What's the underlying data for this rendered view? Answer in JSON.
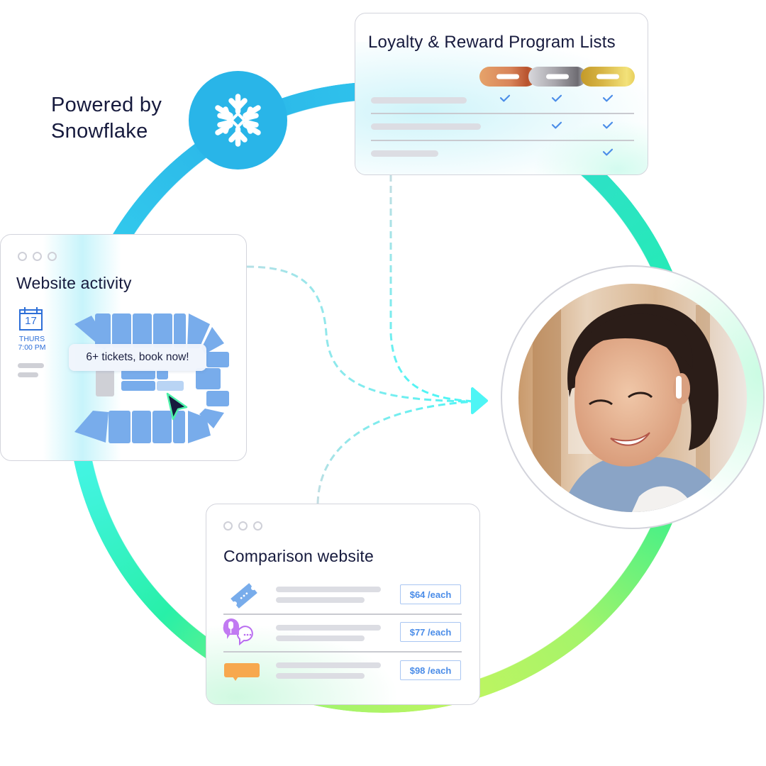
{
  "brand": {
    "powered_line1": "Powered by",
    "powered_line2": "Snowflake",
    "logo_icon": "snowflake-logo-icon",
    "logo_color": "#29b5e8"
  },
  "loyalty_card": {
    "title": "Loyalty & Reward Program Lists",
    "tiers": [
      {
        "name": "bronze",
        "colors": [
          "#e6a36a",
          "#b8532e"
        ]
      },
      {
        "name": "silver",
        "colors": [
          "#d8d8dc",
          "#6e6c72"
        ]
      },
      {
        "name": "gold",
        "colors": [
          "#c49a2a",
          "#f3e27a"
        ]
      }
    ],
    "rows": [
      {
        "checks": [
          true,
          true,
          true
        ]
      },
      {
        "checks": [
          false,
          true,
          true
        ]
      },
      {
        "checks": [
          false,
          false,
          true
        ]
      }
    ],
    "check_color": "#4a8ce8"
  },
  "website_card": {
    "title": "Website activity",
    "calendar_day": "17",
    "calendar_weekday": "THURS",
    "calendar_time": "7:00 PM",
    "tooltip": "6+ tickets, book now!",
    "seat_color": "#78aceb",
    "cursor_color": "#161a3d"
  },
  "comparison_card": {
    "title": "Comparison website",
    "items": [
      {
        "icon": "ticket-icon",
        "price": "$64 /each"
      },
      {
        "icon": "podcast-chat-icon",
        "price": "$77 /each"
      },
      {
        "icon": "speech-bubble-icon",
        "price": "$98 /each"
      }
    ]
  },
  "customer": {
    "photo": "customer-portrait-photo"
  },
  "connector_color": "#4ef5f5"
}
